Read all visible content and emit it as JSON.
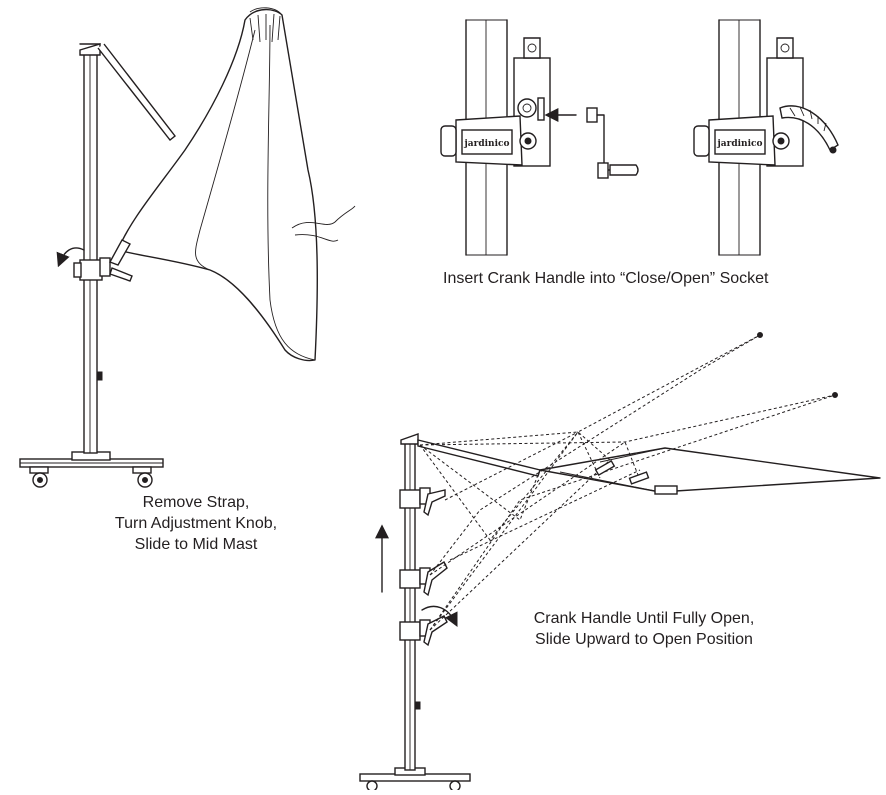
{
  "captions": {
    "step1": [
      "Remove Strap,",
      "Turn Adjustment Knob,",
      "Slide to Mid Mast"
    ],
    "step2": "Insert Crank Handle into “Close/Open” Socket",
    "step3": [
      "Crank Handle Until Fully Open,",
      "Slide Upward to Open Position"
    ]
  },
  "brand": {
    "hub_logo_left": "jardinico",
    "hub_logo_right": "jardinico"
  },
  "icons": {
    "rotate_arrow_step1": "curved-arrow-icon",
    "insert_arrow_step2": "arrow-left-icon",
    "slide_up_arrow_step3": "arrow-up-icon",
    "rotate_arrow_step3": "curved-arrow-icon"
  }
}
